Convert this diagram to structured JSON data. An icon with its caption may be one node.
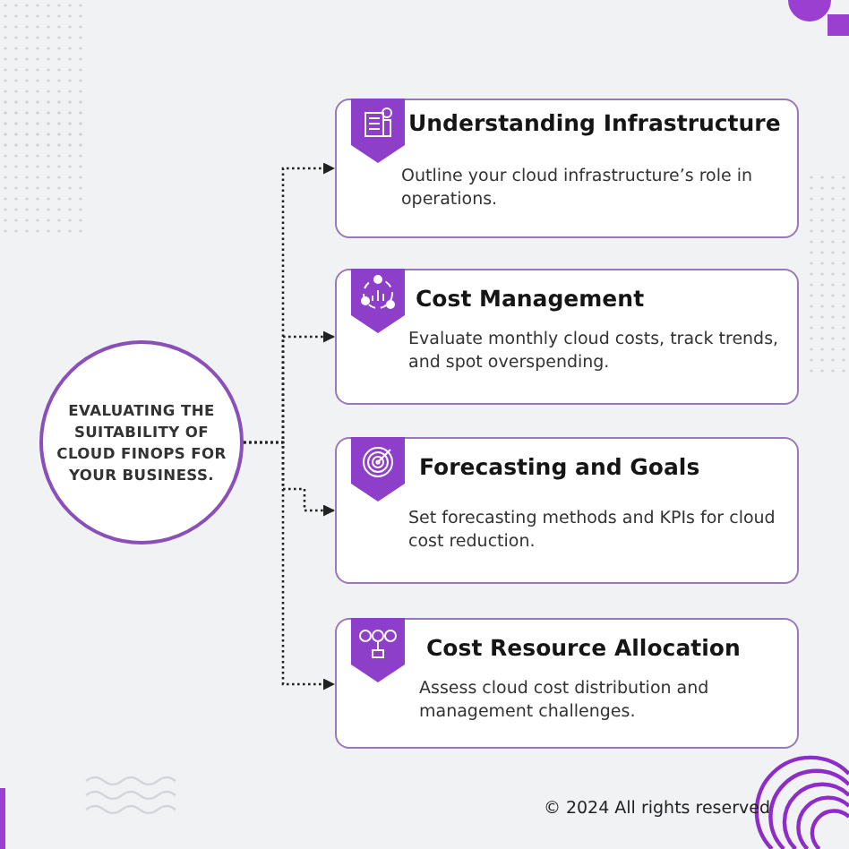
{
  "diagram": {
    "nodes": [
      {
        "text": [
          "EVALUATING THE SUITABILITY OF CLOUD FINOPS FOR YOUR BUSINESS."
        ]
      },
      {
        "text": [
          "Understanding Infrastructure",
          "Outline your cloud infrastructure’s role in operations."
        ]
      },
      {
        "text": [
          "Cost Management",
          "Evaluate monthly cloud costs, track trends, and spot overspending."
        ]
      },
      {
        "text": [
          "Forecasting and Goals",
          "Set forecasting methods and KPIs for cloud cost reduction."
        ]
      },
      {
        "text": [
          "Cost Resource Allocation",
          "Assess cloud cost distribution and management challenges."
        ]
      }
    ],
    "edges": [
      {
        "from": 0,
        "to": 1,
        "arrow": "to",
        "style": "dashed"
      },
      {
        "from": 0,
        "to": 2,
        "arrow": "to",
        "style": "dashed"
      },
      {
        "from": 0,
        "to": 3,
        "arrow": "to",
        "style": "dashed"
      },
      {
        "from": 0,
        "to": 4,
        "arrow": "to",
        "style": "dashed"
      }
    ],
    "labels": [
      "© 2024 All rights reserved"
    ]
  }
}
